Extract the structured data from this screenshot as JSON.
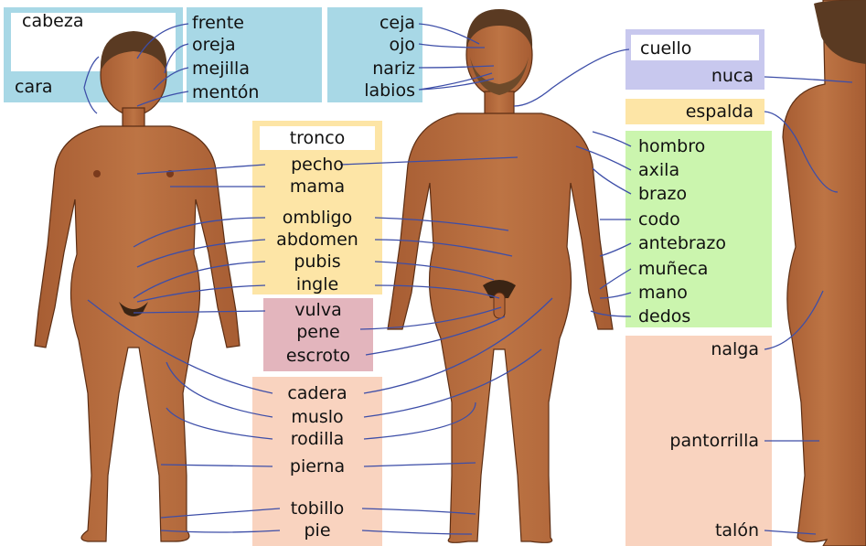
{
  "colors": {
    "blue": "#a8d8e6",
    "yellow": "#fde5a6",
    "pink": "#e3b5bd",
    "peach": "#f9d3bf",
    "green": "#cbf5ae",
    "lavender": "#c8c8ee",
    "skin": "#b5683b",
    "skin_dark": "#6e3a1c",
    "hair": "#5a3a22",
    "line": "#3d4ea8"
  },
  "head_group": {
    "box_title": "cabeza",
    "side_label": "cara",
    "labels": [
      "frente",
      "oreja",
      "mejilla",
      "mentón"
    ]
  },
  "face_group": {
    "labels": [
      "ceja",
      "ojo",
      "nariz",
      "labios"
    ]
  },
  "trunk_group": {
    "box_title": "tronco",
    "labels": [
      "pecho",
      "mama",
      "ombligo",
      "abdomen",
      "pubis",
      "ingle"
    ]
  },
  "genital_group": {
    "labels": [
      "vulva",
      "pene",
      "escroto"
    ]
  },
  "leg_group": {
    "labels": [
      "cadera",
      "muslo",
      "rodilla",
      "pierna",
      "tobillo",
      "pie"
    ]
  },
  "neck_group": {
    "box_title": "cuello",
    "label": "nuca"
  },
  "back_group": {
    "label": "espalda"
  },
  "arm_group": {
    "labels": [
      "hombro",
      "axila",
      "brazo",
      "codo",
      "antebrazo",
      "muñeca",
      "mano",
      "dedos"
    ]
  },
  "rear_group": {
    "labels": [
      "nalga",
      "pantorrilla",
      "talón"
    ]
  }
}
